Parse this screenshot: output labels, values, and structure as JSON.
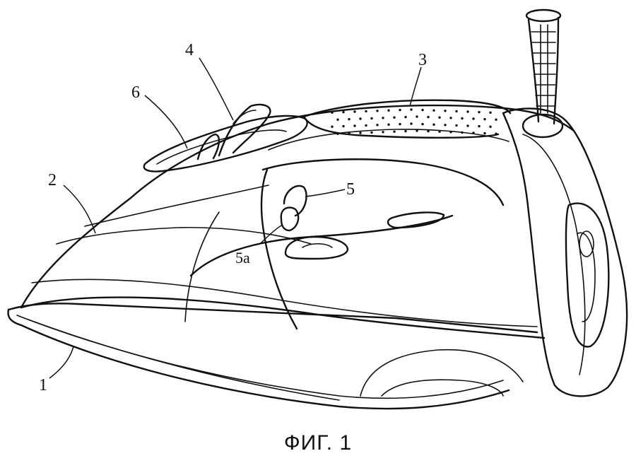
{
  "figure": {
    "caption": "ФИГ. 1",
    "labels": {
      "sole": "1",
      "body": "2",
      "top": "3",
      "dial": "4",
      "button": "5",
      "button_sub": "5a",
      "knob": "6"
    },
    "colors": {
      "line": "#111111",
      "background": "#ffffff"
    }
  }
}
